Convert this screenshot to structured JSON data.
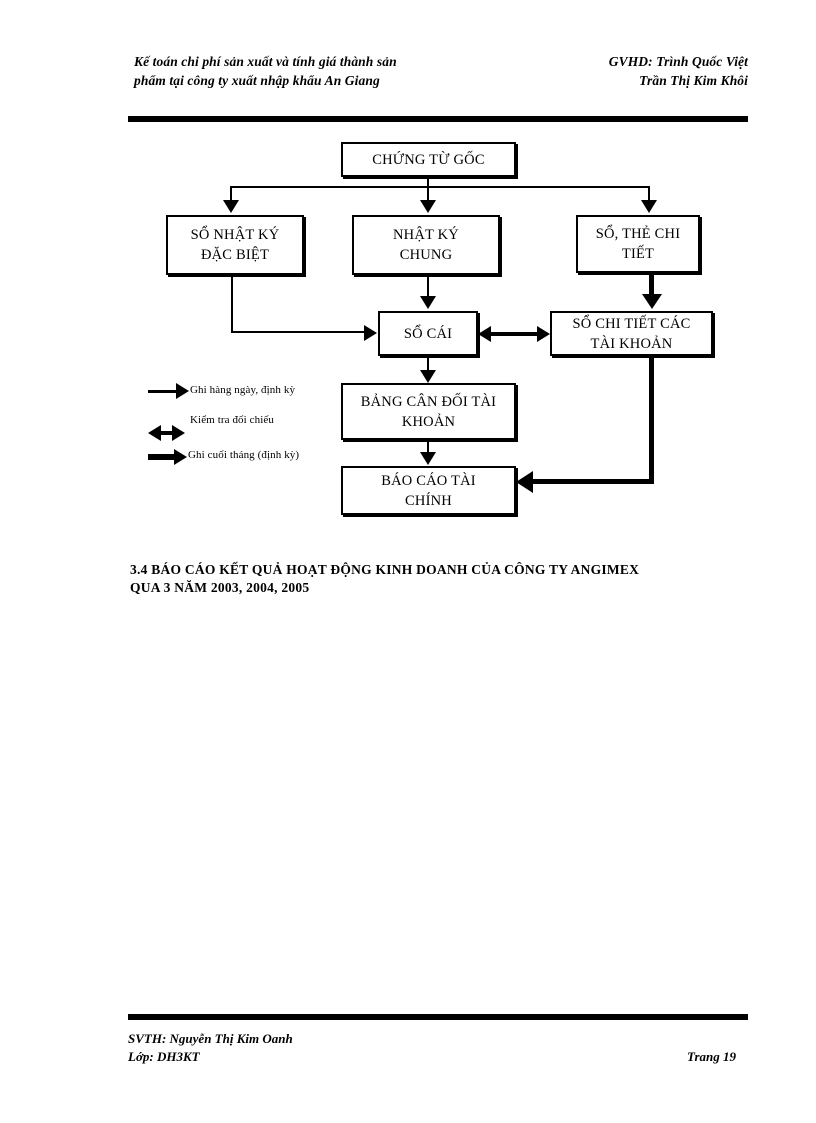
{
  "header": {
    "left_line1": "Kế toán chi phí sản xuất và tính giá thành sản",
    "left_line2": "phẩm tại công ty xuất nhập khẩu An Giang",
    "right_line1": "GVHD: Trình Quốc Việt",
    "right_line2": "Trần Thị Kim Khôi"
  },
  "diagram": {
    "nodes": {
      "source_documents": "CHỨNG TỪ GỐC",
      "special_journal_line1": "SỔ NHẬT KÝ",
      "special_journal_line2": "ĐẶC BIỆT",
      "general_journal_line1": "NHẬT KÝ",
      "general_journal_line2": "CHUNG",
      "detail_books_line1": "SỔ, THẺ CHI",
      "detail_books_line2": "TIẾT",
      "ledger": "SỔ CÁI",
      "detail_accounts_line1": "SỔ CHI TIẾT CÁC",
      "detail_accounts_line2": "TÀI KHOẢN",
      "trial_balance_line1": "BẢNG CÂN ĐỐI TÀI",
      "trial_balance_line2": "KHOẢN",
      "financial_reports_line1": "BÁO CÁO TÀI",
      "financial_reports_line2": "CHÍNH"
    },
    "legend": {
      "daily": "Ghi hàng ngày, định kỳ",
      "crosscheck": "Kiểm tra đối chiếu",
      "monthly": "Ghi cuối tháng (định kỳ)"
    }
  },
  "section": {
    "heading_line1": "3.4 BÁO CÁO KẾT QUẢ HOẠT ĐỘNG KINH DOANH CỦA CÔNG TY ANGIMEX",
    "heading_line2": "QUA 3 NĂM 2003, 2004, 2005"
  },
  "footer": {
    "student": "SVTH: Nguyễn Thị Kim Oanh",
    "class": "Lớp: DH3KT",
    "page": "Trang 19"
  }
}
